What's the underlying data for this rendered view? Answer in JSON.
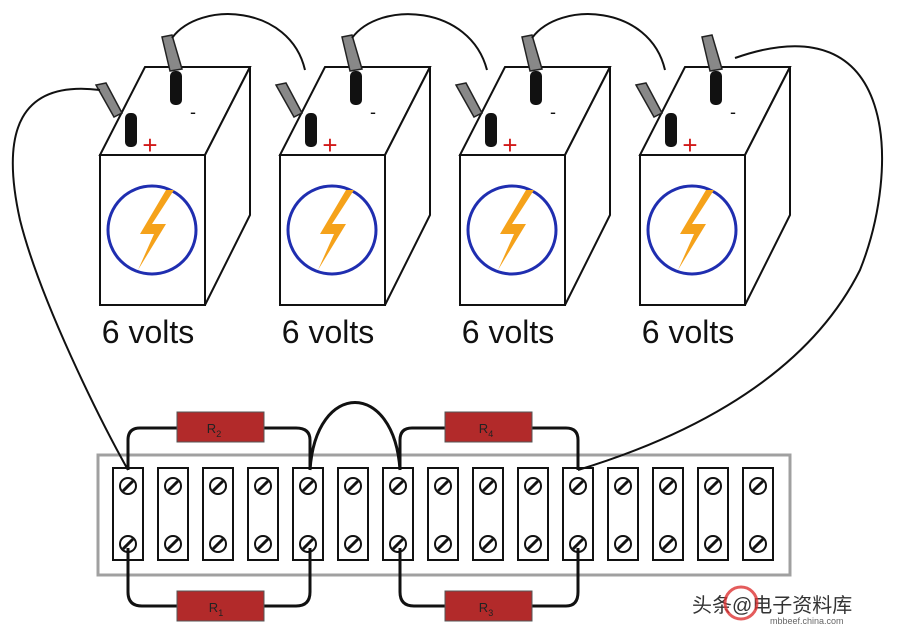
{
  "batteries": [
    {
      "voltage_label": "6 volts",
      "plus": "+",
      "minus": "-"
    },
    {
      "voltage_label": "6 volts",
      "plus": "+",
      "minus": "-"
    },
    {
      "voltage_label": "6 volts",
      "plus": "+",
      "minus": "-"
    },
    {
      "voltage_label": "6 volts",
      "plus": "+",
      "minus": "-"
    }
  ],
  "resistors": {
    "top_left": "R",
    "top_left_sub": "2",
    "bottom_left": "R",
    "bottom_left_sub": "1",
    "top_right": "R",
    "top_right_sub": "4",
    "bottom_right": "R",
    "bottom_right_sub": "3"
  },
  "terminal_strip": {
    "terminal_count": 15
  },
  "watermark": {
    "text": "头条@电子资料库",
    "url": "mbbeef.china.com"
  },
  "colors": {
    "resistor_fill": "#b22a2a",
    "bolt": "#f5a21a",
    "circle": "#1f2eb0",
    "plus": "#d11a1a",
    "wire": "#111111",
    "strip_border": "#a0a0a0"
  }
}
